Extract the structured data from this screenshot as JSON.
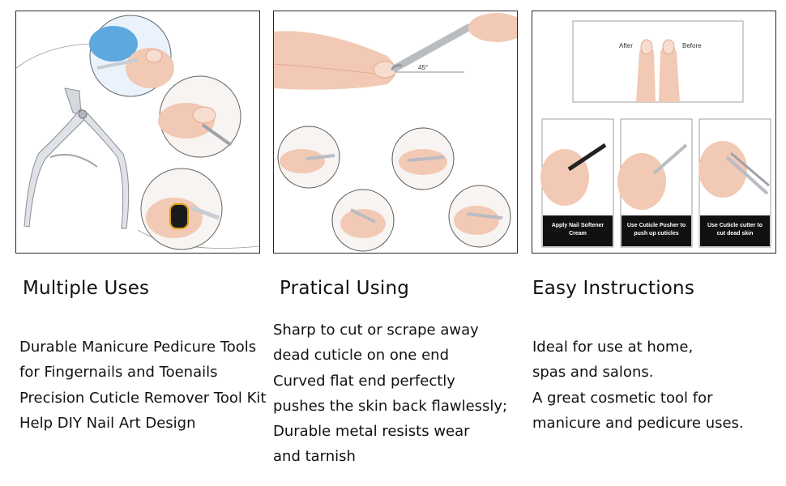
{
  "panels": {
    "p1": {
      "heading": "Multiple Uses",
      "lines": [
        "Durable Manicure Pedicure Tools",
        "for Fingernails and Toenails",
        "Precision Cuticle Remover Tool Kit",
        "Help DIY Nail Art Design"
      ]
    },
    "p2": {
      "heading": "Pratical Using",
      "angle_label": "45°",
      "lines": [
        "Sharp to cut or scrape away",
        "dead cuticle on one end",
        "Curved flat end perfectly",
        "pushes the skin back flawlessly;",
        "Durable metal resists wear",
        "and tarnish"
      ]
    },
    "p3": {
      "heading": "Easy Instructions",
      "after_label": "After",
      "before_label": "Before",
      "steps": [
        {
          "line1": "Apply Nail Softener",
          "line2": "Cream"
        },
        {
          "line1": "Use Cuticle Pusher to",
          "line2": "push up cuticles"
        },
        {
          "line1": "Use Cuticle cutter to",
          "line2": "cut dead skin"
        }
      ],
      "lines": [
        "Ideal for use at home,",
        "spas and salons.",
        "A great cosmetic tool for",
        "manicure and pedicure uses."
      ]
    }
  },
  "colors": {
    "skin": "#f2c9b4",
    "skin_shadow": "#e3a98e",
    "steel": "#c9ccd1",
    "glove": "#5ea8e0",
    "caption_bg": "#111111"
  }
}
